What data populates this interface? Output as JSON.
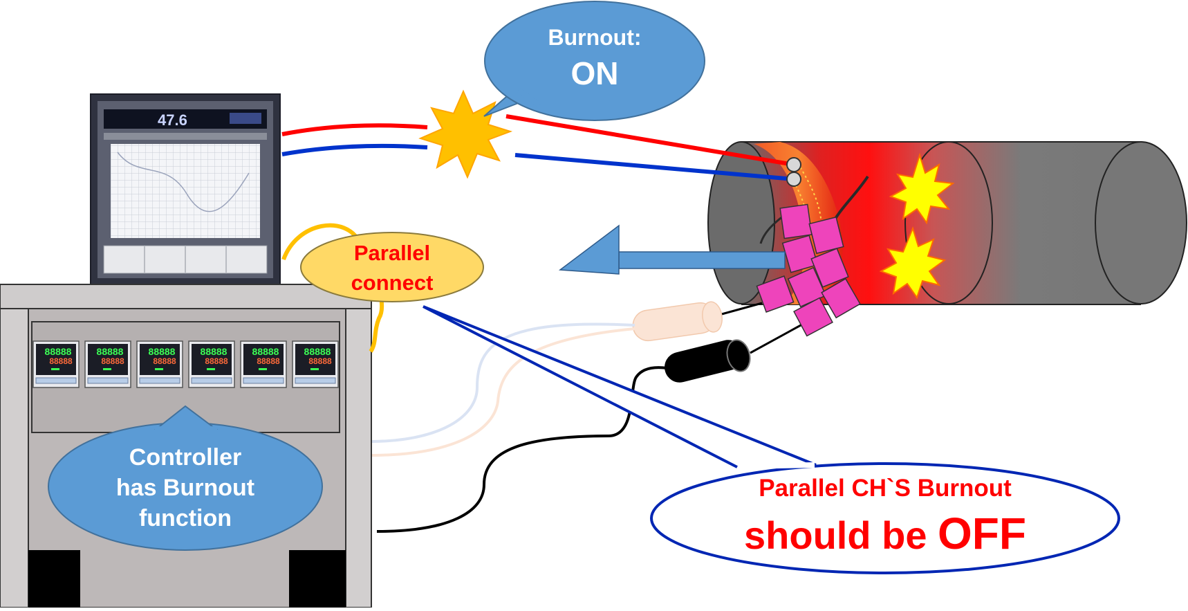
{
  "recorder": {
    "display_value": "47.6"
  },
  "callouts": {
    "burnout_on": {
      "line1": "Burnout:",
      "line2": "ON"
    },
    "parallel_connect": {
      "line1": "Parallel",
      "line2": "connect"
    },
    "controller_burnout": {
      "line1": "Controller",
      "line2": "has Burnout",
      "line3": "function"
    },
    "parallel_off": {
      "line1": "Parallel CH`S Burnout",
      "line2_prefix": "should be ",
      "line2_emphasis": "OFF"
    }
  },
  "controllers": [
    {
      "pv": "88888",
      "sv": "88888"
    },
    {
      "pv": "88888",
      "sv": "88888"
    },
    {
      "pv": "88888",
      "sv": "88888"
    },
    {
      "pv": "88888",
      "sv": "88888"
    },
    {
      "pv": "88888",
      "sv": "88888"
    },
    {
      "pv": "88888",
      "sv": "88888"
    }
  ],
  "colors": {
    "callout_fill": "#5b9bd5",
    "callout_text": "#ffffff",
    "warning_text": "#ff0000",
    "parallel_fill": "#ffd966",
    "wire_red": "#ff0000",
    "wire_blue": "#0033cc",
    "heater_pink": "#ee44bb",
    "spark_gold": "#ffc000",
    "spark_yellow": "#ffff00",
    "cabinet_gray": "#bdb8b8"
  },
  "icons": {
    "break_spark": "spark-icon",
    "heat_flow": "arrow-left-icon",
    "probe": "thermocouple-probe-icon"
  }
}
